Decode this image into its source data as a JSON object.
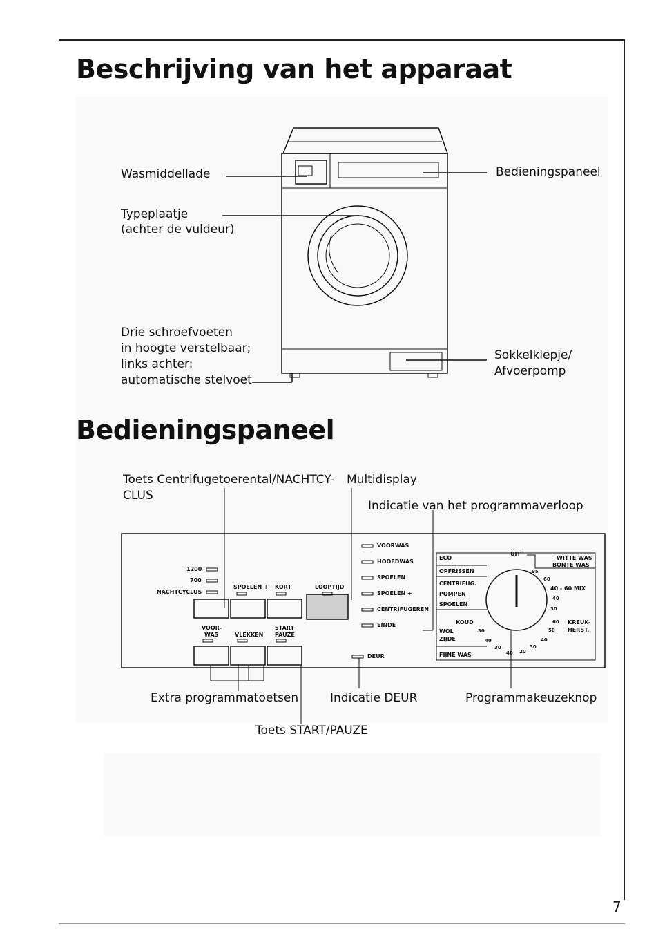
{
  "page": {
    "section1_title": "Beschrijving van het apparaat",
    "section2_title": "Bedieningspaneel",
    "page_number": "7"
  },
  "machine_labels": {
    "detergent_drawer": "Wasmiddellade",
    "type_plate": "Typeplaatje",
    "type_plate_sub": "(achter de vuldeur)",
    "feet_1": "Drie schroefvoeten",
    "feet_2": "in hoogte verstelbaar;",
    "feet_3": "links achter:",
    "feet_4": "automatische stelvoet",
    "control_panel": "Bedieningspaneel",
    "plinth_1": "Sokkelklepje/",
    "plinth_2": "Afvoerpomp"
  },
  "panel_labels": {
    "spin_button_1": "Toets Centrifugetoerental/NACHTCY-",
    "spin_button_2": "CLUS",
    "multidisplay": "Multidisplay",
    "progress_indication": "Indicatie van het programmaverloop",
    "extra_buttons": "Extra programmatoetsen",
    "door_indication": "Indicatie DEUR",
    "program_knob": "Programmakeuzeknop",
    "start_pause": "Toets START/PAUZE"
  },
  "panel": {
    "spin_speeds": [
      "1200",
      "700",
      "NACHTCYCLUS"
    ],
    "top_buttons": [
      "SPOELEN +",
      "KORT",
      "LOOPTIJD"
    ],
    "bottom_buttons": [
      "VOOR-",
      "WAS",
      "VLEKKEN",
      "START",
      "PAUZE"
    ],
    "status_lights": [
      "VOORWAS",
      "HOOFDWAS",
      "SPOELEN",
      "SPOELEN +",
      "CENTRIFUGEREN",
      "EINDE"
    ],
    "door_light": "DEUR",
    "programs_left": [
      "ECO",
      "OPFRISSEN",
      "CENTRIFUG.",
      "POMPEN",
      "SPOELEN",
      "KOUD",
      "WOL",
      "ZIJDE",
      "FIJNE WAS"
    ],
    "off_label": "UIT",
    "programs_right": [
      "WITTE WAS",
      "BONTE WAS",
      "40 - 60 MIX",
      "KREUK-",
      "HERST."
    ],
    "temps_right": [
      "95",
      "60",
      "40",
      "30",
      "60",
      "50",
      "40",
      "30"
    ],
    "temps_left": [
      "30",
      "40",
      "30",
      "40",
      "20"
    ]
  }
}
